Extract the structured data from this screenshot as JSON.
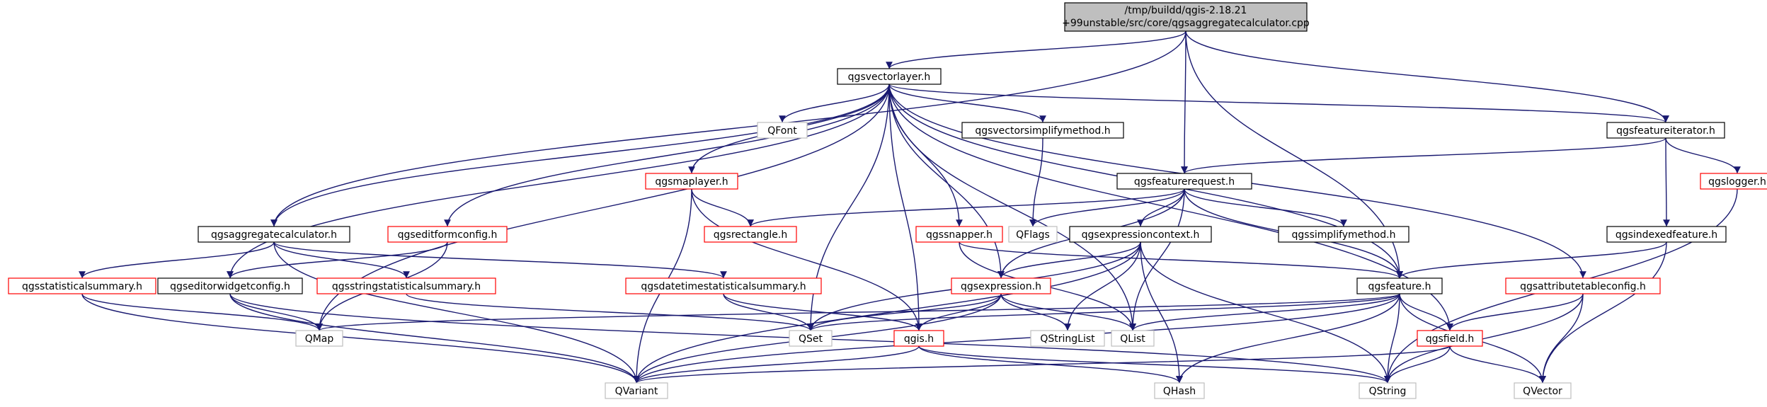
{
  "graph": {
    "root_line1": "/tmp/buildd/qgis-2.18.21",
    "root_line2": "+99unstable/src/core/qgsaggregatecalculator.cpp",
    "nodes": {
      "qgsvectorlayer": "qgsvectorlayer.h",
      "qgsfeatureiterator": "qgsfeatureiterator.h",
      "qgsaggregatecalculator": "qgsaggregatecalculator.h",
      "qgsfeaturerequest": "qgsfeaturerequest.h",
      "qgsvectorsimplifymethod": "qgsvectorsimplifymethod.h",
      "qfont": "QFont",
      "qgsmaplayer": "qgsmaplayer.h",
      "qgsrectangle": "qgsrectangle.h",
      "qgssnapper": "qgssnapper.h",
      "qflags": "QFlags",
      "qgsexpressioncontext": "qgsexpressioncontext.h",
      "qgssimplifymethod": "qgssimplifymethod.h",
      "qgslogger": "qgslogger.h",
      "qgsindexedfeature": "qgsindexedfeature.h",
      "qgseditformconfig": "qgseditformconfig.h",
      "qgsstatisticalsummary": "qgsstatisticalsummary.h",
      "qgseditorwidgetconfig": "qgseditorwidgetconfig.h",
      "qgsstringstatisticalsummary": "qgsstringstatisticalsummary.h",
      "qgsdatetimestatisticalsummary": "qgsdatetimestatisticalsummary.h",
      "qgsexpression": "qgsexpression.h",
      "qgsfeature": "qgsfeature.h",
      "qgsattributetableconfig": "qgsattributetableconfig.h",
      "qmap": "QMap",
      "qset": "QSet",
      "qgis": "qgis.h",
      "qstringlist": "QStringList",
      "qlist": "QList",
      "qgsfield": "qgsfield.h",
      "qvariant": "QVariant",
      "qhash": "QHash",
      "qstring": "QString",
      "qvector": "QVector"
    }
  }
}
